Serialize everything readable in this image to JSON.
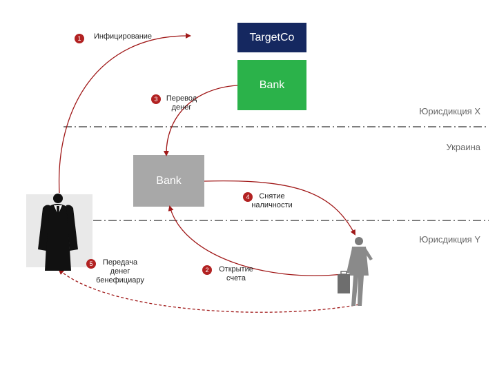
{
  "colors": {
    "targetco": "#152860",
    "bank_green": "#2bb24a",
    "bank_gray": "#a8a8a8",
    "badge": "#b22222",
    "arrow": "#a01818",
    "divider": "#555555"
  },
  "nodes": {
    "targetco": "TargetCo",
    "bank_top": "Bank",
    "bank_mid": "Bank"
  },
  "steps": [
    {
      "num": "1",
      "text": "Инфицирование"
    },
    {
      "num": "2",
      "line1": "Открытие",
      "line2": "счета"
    },
    {
      "num": "3",
      "line1": "Перевод",
      "line2": "денег"
    },
    {
      "num": "4",
      "line1": "Снятие",
      "line2": "наличности"
    },
    {
      "num": "5",
      "line1": "Передача",
      "line2": "денег",
      "line3": "бенефициару"
    }
  ],
  "jurisdictions": {
    "x": "Юрисдикция X",
    "ukraine": "Украина",
    "y": "Юрисдикция Y"
  },
  "icons": [
    "anonymous-man-in-suit-icon",
    "businessman-with-briefcase-icon"
  ]
}
